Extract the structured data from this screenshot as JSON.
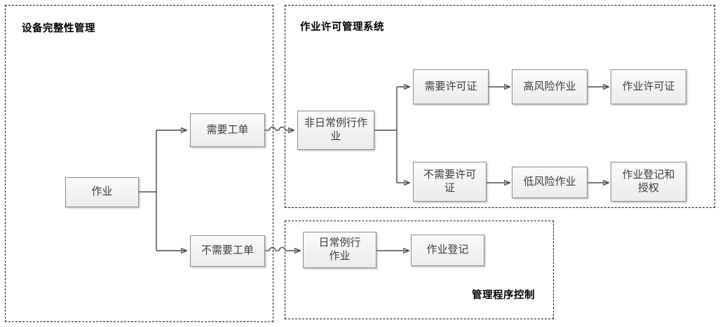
{
  "diagram": {
    "title_hidden": "",
    "groups": [
      {
        "id": "equipment-integrity",
        "label": "设备完整性管理"
      },
      {
        "id": "work-permit-system",
        "label": "作业许可管理系统"
      },
      {
        "id": "management-procedure-control",
        "label": "管理程序控制"
      }
    ],
    "nodes": [
      {
        "id": "work",
        "label": "作业"
      },
      {
        "id": "need-work-order",
        "label": "需要工单"
      },
      {
        "id": "no-need-work-order",
        "label": "不需要工单"
      },
      {
        "id": "non-routine-work",
        "label": "非日常例行作\n业"
      },
      {
        "id": "need-permit",
        "label": "需要许可证"
      },
      {
        "id": "high-risk-work",
        "label": "高风险作业"
      },
      {
        "id": "work-permit",
        "label": "作业许可证"
      },
      {
        "id": "no-need-permit",
        "label": "不需要许可\n证"
      },
      {
        "id": "low-risk-work",
        "label": "低风险作业"
      },
      {
        "id": "work-register-auth",
        "label": "作业登记和\n授权"
      },
      {
        "id": "routine-work",
        "label": "日常例行\n作业"
      },
      {
        "id": "work-register",
        "label": "作业登记"
      }
    ],
    "edges": [
      {
        "from": "work",
        "to": "need-work-order"
      },
      {
        "from": "work",
        "to": "no-need-work-order"
      },
      {
        "from": "need-work-order",
        "to": "non-routine-work"
      },
      {
        "from": "no-need-work-order",
        "to": "routine-work"
      },
      {
        "from": "non-routine-work",
        "to": "need-permit"
      },
      {
        "from": "non-routine-work",
        "to": "no-need-permit"
      },
      {
        "from": "need-permit",
        "to": "high-risk-work"
      },
      {
        "from": "high-risk-work",
        "to": "work-permit"
      },
      {
        "from": "no-need-permit",
        "to": "low-risk-work"
      },
      {
        "from": "low-risk-work",
        "to": "work-register-auth"
      },
      {
        "from": "routine-work",
        "to": "work-register"
      }
    ],
    "colors": {
      "node_border": "#8c8c8c",
      "node_fill": "#f2f2f2",
      "group_border": "#1a1a1a",
      "connector": "#4a4a4a",
      "text": "#3d3d3d",
      "background": "#ffffff"
    }
  }
}
